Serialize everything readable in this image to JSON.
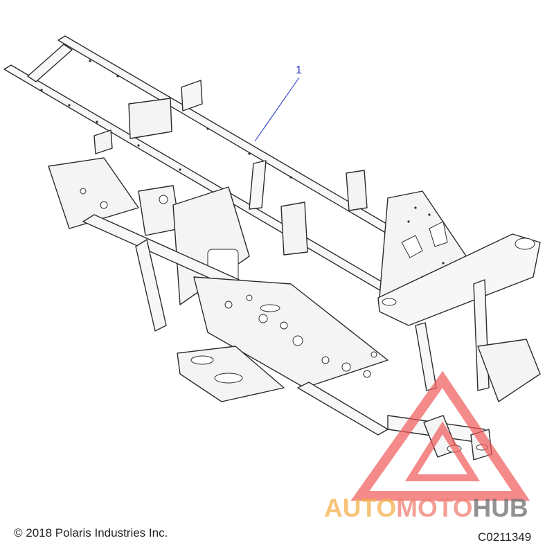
{
  "diagram": {
    "callout": "1",
    "copyright": "© 2018 Polaris Industries Inc.",
    "part_code": "C0211349"
  },
  "watermark": {
    "part1": "AUTO",
    "part2": "MOTO",
    "part3": "HUB",
    "color_part1": "#f3b04a",
    "color_part2": "#f08072",
    "color_part3": "#6e6e6e",
    "triangle_color": "#f05a5a"
  }
}
